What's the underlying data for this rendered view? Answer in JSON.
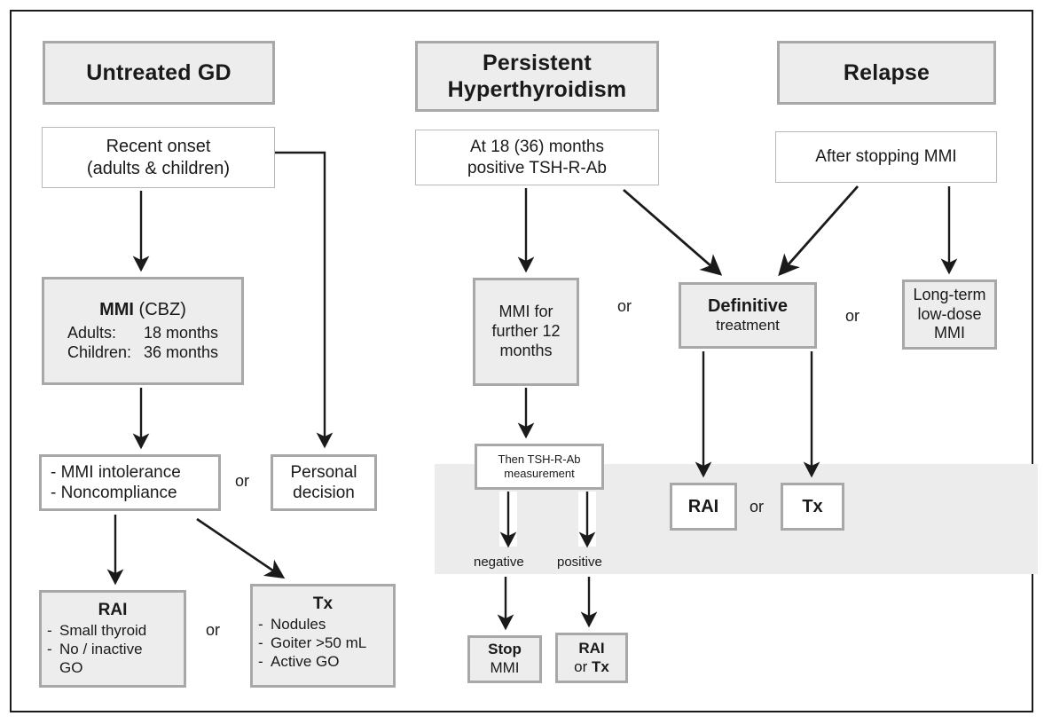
{
  "diagram": {
    "title": "Graves disease treatment algorithm",
    "columns": [
      {
        "key": "untreated",
        "header": "Untreated GD"
      },
      {
        "key": "persistent",
        "header_line1": "Persistent",
        "header_line2": "Hyperthyroidism"
      },
      {
        "key": "relapse",
        "header": "Relapse"
      }
    ],
    "colors": {
      "box_fill": "#ededed",
      "box_border": "#a8a8a8",
      "plain_border": "#b8b8b8",
      "band_fill": "#ececec",
      "frame": "#1a1a1a",
      "text": "#1a1a1a"
    },
    "nodes": {
      "untreated_gd": "Untreated GD",
      "recent_onset_l1": "Recent onset",
      "recent_onset_l2": "(adults & children)",
      "mmi_cbz_bold": "MMI",
      "mmi_cbz_rest": " (CBZ)",
      "mmi_adults": "Adults:",
      "mmi_adults_val": "18 months",
      "mmi_children": "Children:",
      "mmi_children_val": "36 months",
      "intolerance_l1": "- MMI intolerance",
      "intolerance_l2": "- Noncompliance",
      "personal_l1": "Personal",
      "personal_l2": "decision",
      "rai_left_title": "RAI",
      "rai_left_b1": "Small thyroid",
      "rai_left_b2": "No / inactive",
      "rai_left_b3": "GO",
      "tx_left_title": "Tx",
      "tx_left_b1": "Nodules",
      "tx_left_b2": "Goiter >50 mL",
      "tx_left_b3": "Active GO",
      "persistent_l1": "Persistent",
      "persistent_l2": "Hyperthyroidism",
      "at18_l1": "At 18 (36) months",
      "at18_l2": "positive TSH-R-Ab",
      "mmi_further_l1": "MMI for",
      "mmi_further_l2": "further 12",
      "mmi_further_l3": "months",
      "then_tsh_l1": "Then TSH-R-Ab",
      "then_tsh_l2": "measurement",
      "negative": "negative",
      "positive": "positive",
      "stop_mmi_l1": "Stop",
      "stop_mmi_l2": "MMI",
      "rai_tx_l1": "RAI",
      "rai_tx_l2_pre": "or ",
      "rai_tx_l2_bold": "Tx",
      "definitive_l1": "Definitive",
      "definitive_l2": "treatment",
      "relapse": "Relapse",
      "after_stopping": "After stopping MMI",
      "longterm_l1": "Long-term",
      "longterm_l2": "low-dose",
      "longterm_l3": "MMI",
      "rai_mid": "RAI",
      "tx_mid": "Tx"
    },
    "connectors": {
      "or_1": "or",
      "or_2": "or",
      "or_3": "or",
      "or_4": "or",
      "or_5": "or"
    },
    "bullets": {
      "dash": "-"
    }
  }
}
